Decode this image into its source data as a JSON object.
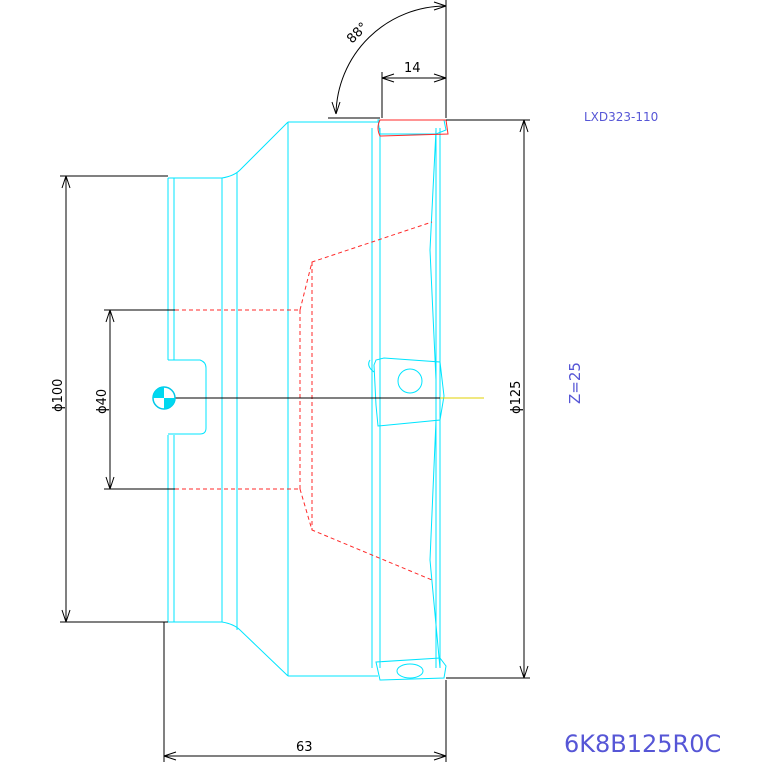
{
  "drawing": {
    "part_code": "LXD323-110",
    "teeth": "Z=25",
    "model": "6K8B125R0C",
    "angle_label": "88°",
    "dim_14": "14",
    "dim_63": "63",
    "dia_100": "ϕ100",
    "dia_40": "ϕ40",
    "dia_125": "ϕ125"
  },
  "colors": {
    "outline": "#00e5ff",
    "dimension": "#000000",
    "hidden": "#ff2a2a",
    "note": "#5656d6",
    "center": "#e0d000"
  }
}
